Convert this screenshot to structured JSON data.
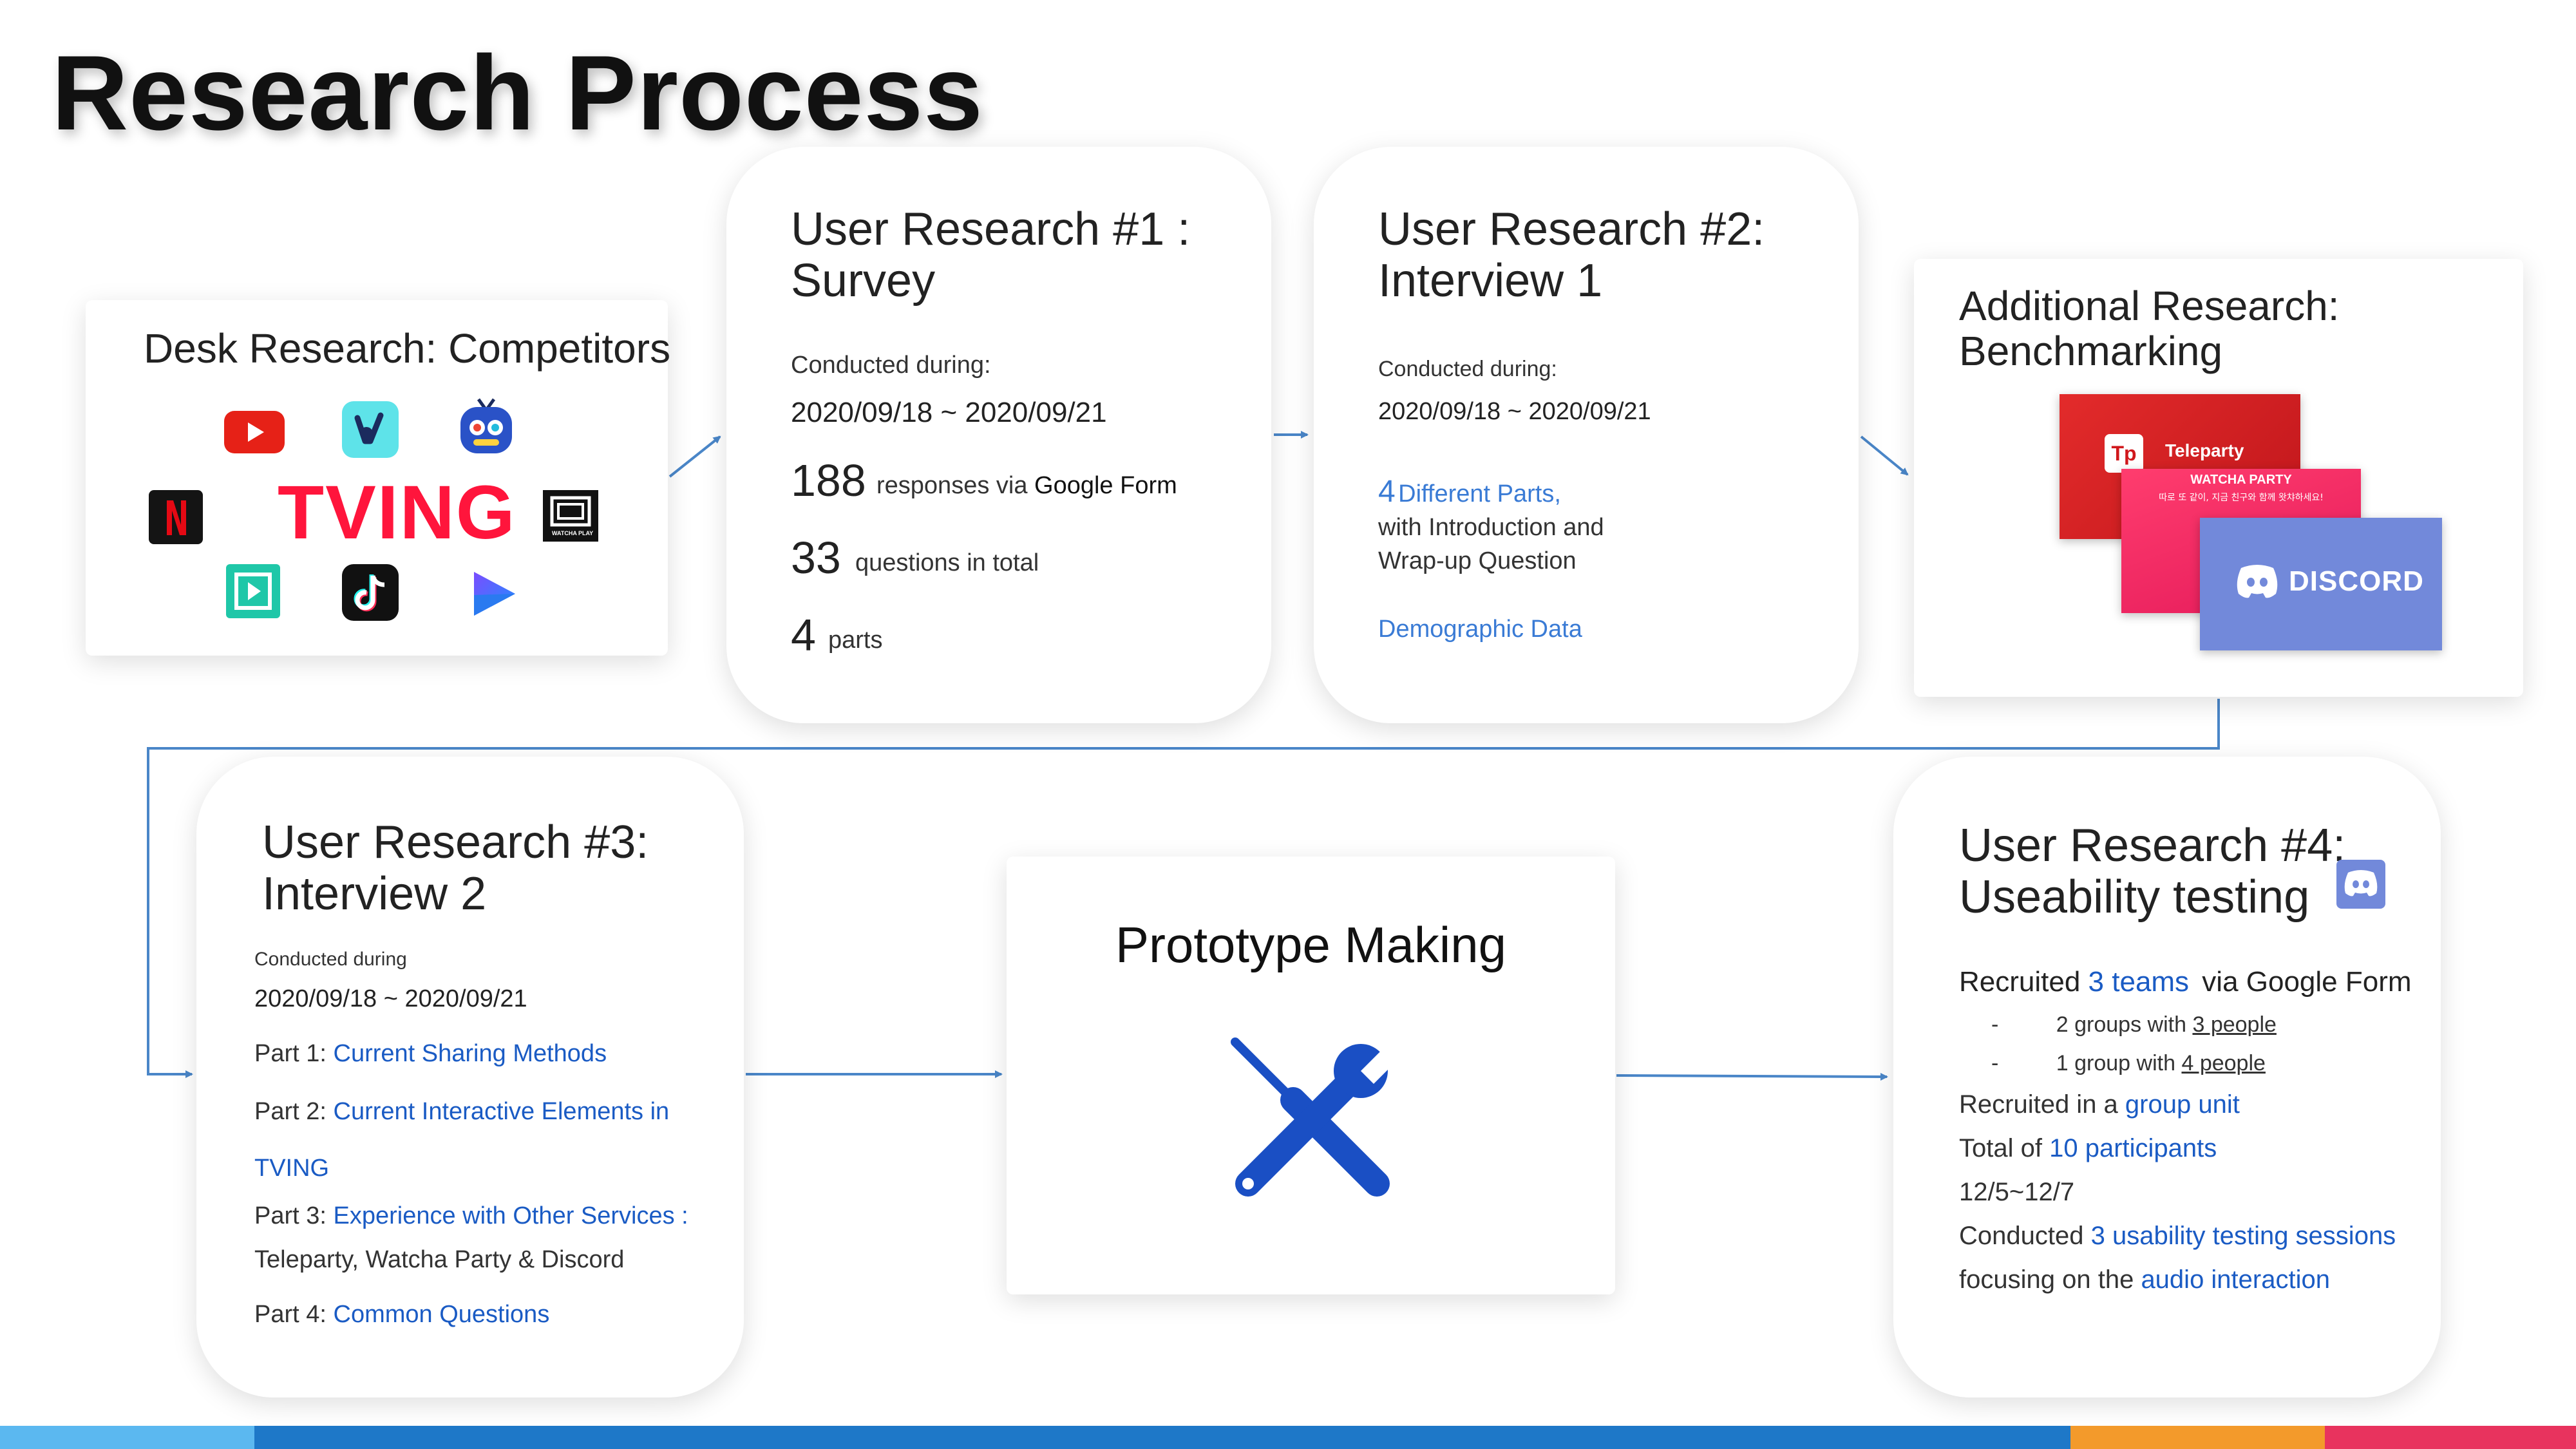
{
  "title": "Research Process",
  "desk": {
    "title": "Desk Research: Competitors",
    "logos": [
      "youtube-icon",
      "vlive-icon",
      "naver-tv-icon",
      "netflix-icon",
      "tving-logo",
      "watcha-play-icon",
      "play-store-icon",
      "tiktok-icon",
      "blue-play-icon"
    ],
    "tving_label": "TVING",
    "watcha_label": "WATCHA PLAY"
  },
  "ur1": {
    "title_line1": "User Research #1 :",
    "title_line2": "Survey",
    "conducted_label": "Conducted during:",
    "dates": "2020/09/18 ~ 2020/09/21",
    "responses_num": "188",
    "responses_text": "responses via",
    "responses_source": "Google Form",
    "questions_num": "33",
    "questions_text": "questions in total",
    "parts_num": "4",
    "parts_text": "parts"
  },
  "ur2": {
    "title_line1": "User Research #2:",
    "title_line2": "Interview 1",
    "conducted_label": "Conducted during:",
    "dates": "2020/09/18 ~ 2020/09/21",
    "parts_num": "4",
    "parts_text": "Different Parts,",
    "parts_line2": "with Introduction and",
    "parts_line3": "Wrap-up Question",
    "demographic": "Demographic Data"
  },
  "additional": {
    "title_line1": "Additional Research:",
    "title_line2": "Benchmarking",
    "teleparty_label": "Teleparty",
    "watcha_party_label": "WATCHA PARTY",
    "watcha_party_sub": "따로 또 같이, 지금 친구와 함께 왓챠하세요!",
    "discord_label": "DISCORD"
  },
  "ur3": {
    "title_line1": "User Research #3:",
    "title_line2": "Interview 2",
    "conducted_label": "Conducted during",
    "dates": "2020/09/18 ~ 2020/09/21",
    "part1_label": "Part 1:",
    "part1_value": "Current Sharing Methods",
    "part2_label": "Part 2:",
    "part2_value": "Current Interactive Elements in",
    "part2_value2": "TVING",
    "part3_label": "Part 3:",
    "part3_value": "Experience with Other Services :",
    "part3_detail": "Teleparty, Watcha Party & Discord",
    "part4_label": "Part 4:",
    "part4_value": "Common Questions"
  },
  "prototype": {
    "title": "Prototype Making",
    "icon": "tools-icon"
  },
  "ur4": {
    "title_line1": "User Research #4:",
    "title_line2": "Useability testing",
    "recruited_prefix": "Recruited",
    "recruited_value": "3 teams",
    "recruited_suffix": "via Google Form",
    "bullet_dash": "-",
    "bullet1_prefix": "2 groups with",
    "bullet1_value": "3 people",
    "bullet2_prefix": "1 group with",
    "bullet2_value": "4 people",
    "unit_prefix": "Recruited in a",
    "unit_value": "group unit",
    "total_prefix": "Total of",
    "total_value": "10 participants",
    "dates": "12/5~12/7",
    "sessions_prefix": "Conducted",
    "sessions_value": "3 usability testing sessions",
    "focus_prefix": "focusing on the",
    "focus_value": "audio interaction"
  },
  "colors": {
    "accent_blue": "#1a5bc4",
    "arrow": "#4a86c8",
    "bar": [
      "#5bb8f0",
      "#1e78c8",
      "#f39a2b",
      "#e8335e"
    ]
  }
}
